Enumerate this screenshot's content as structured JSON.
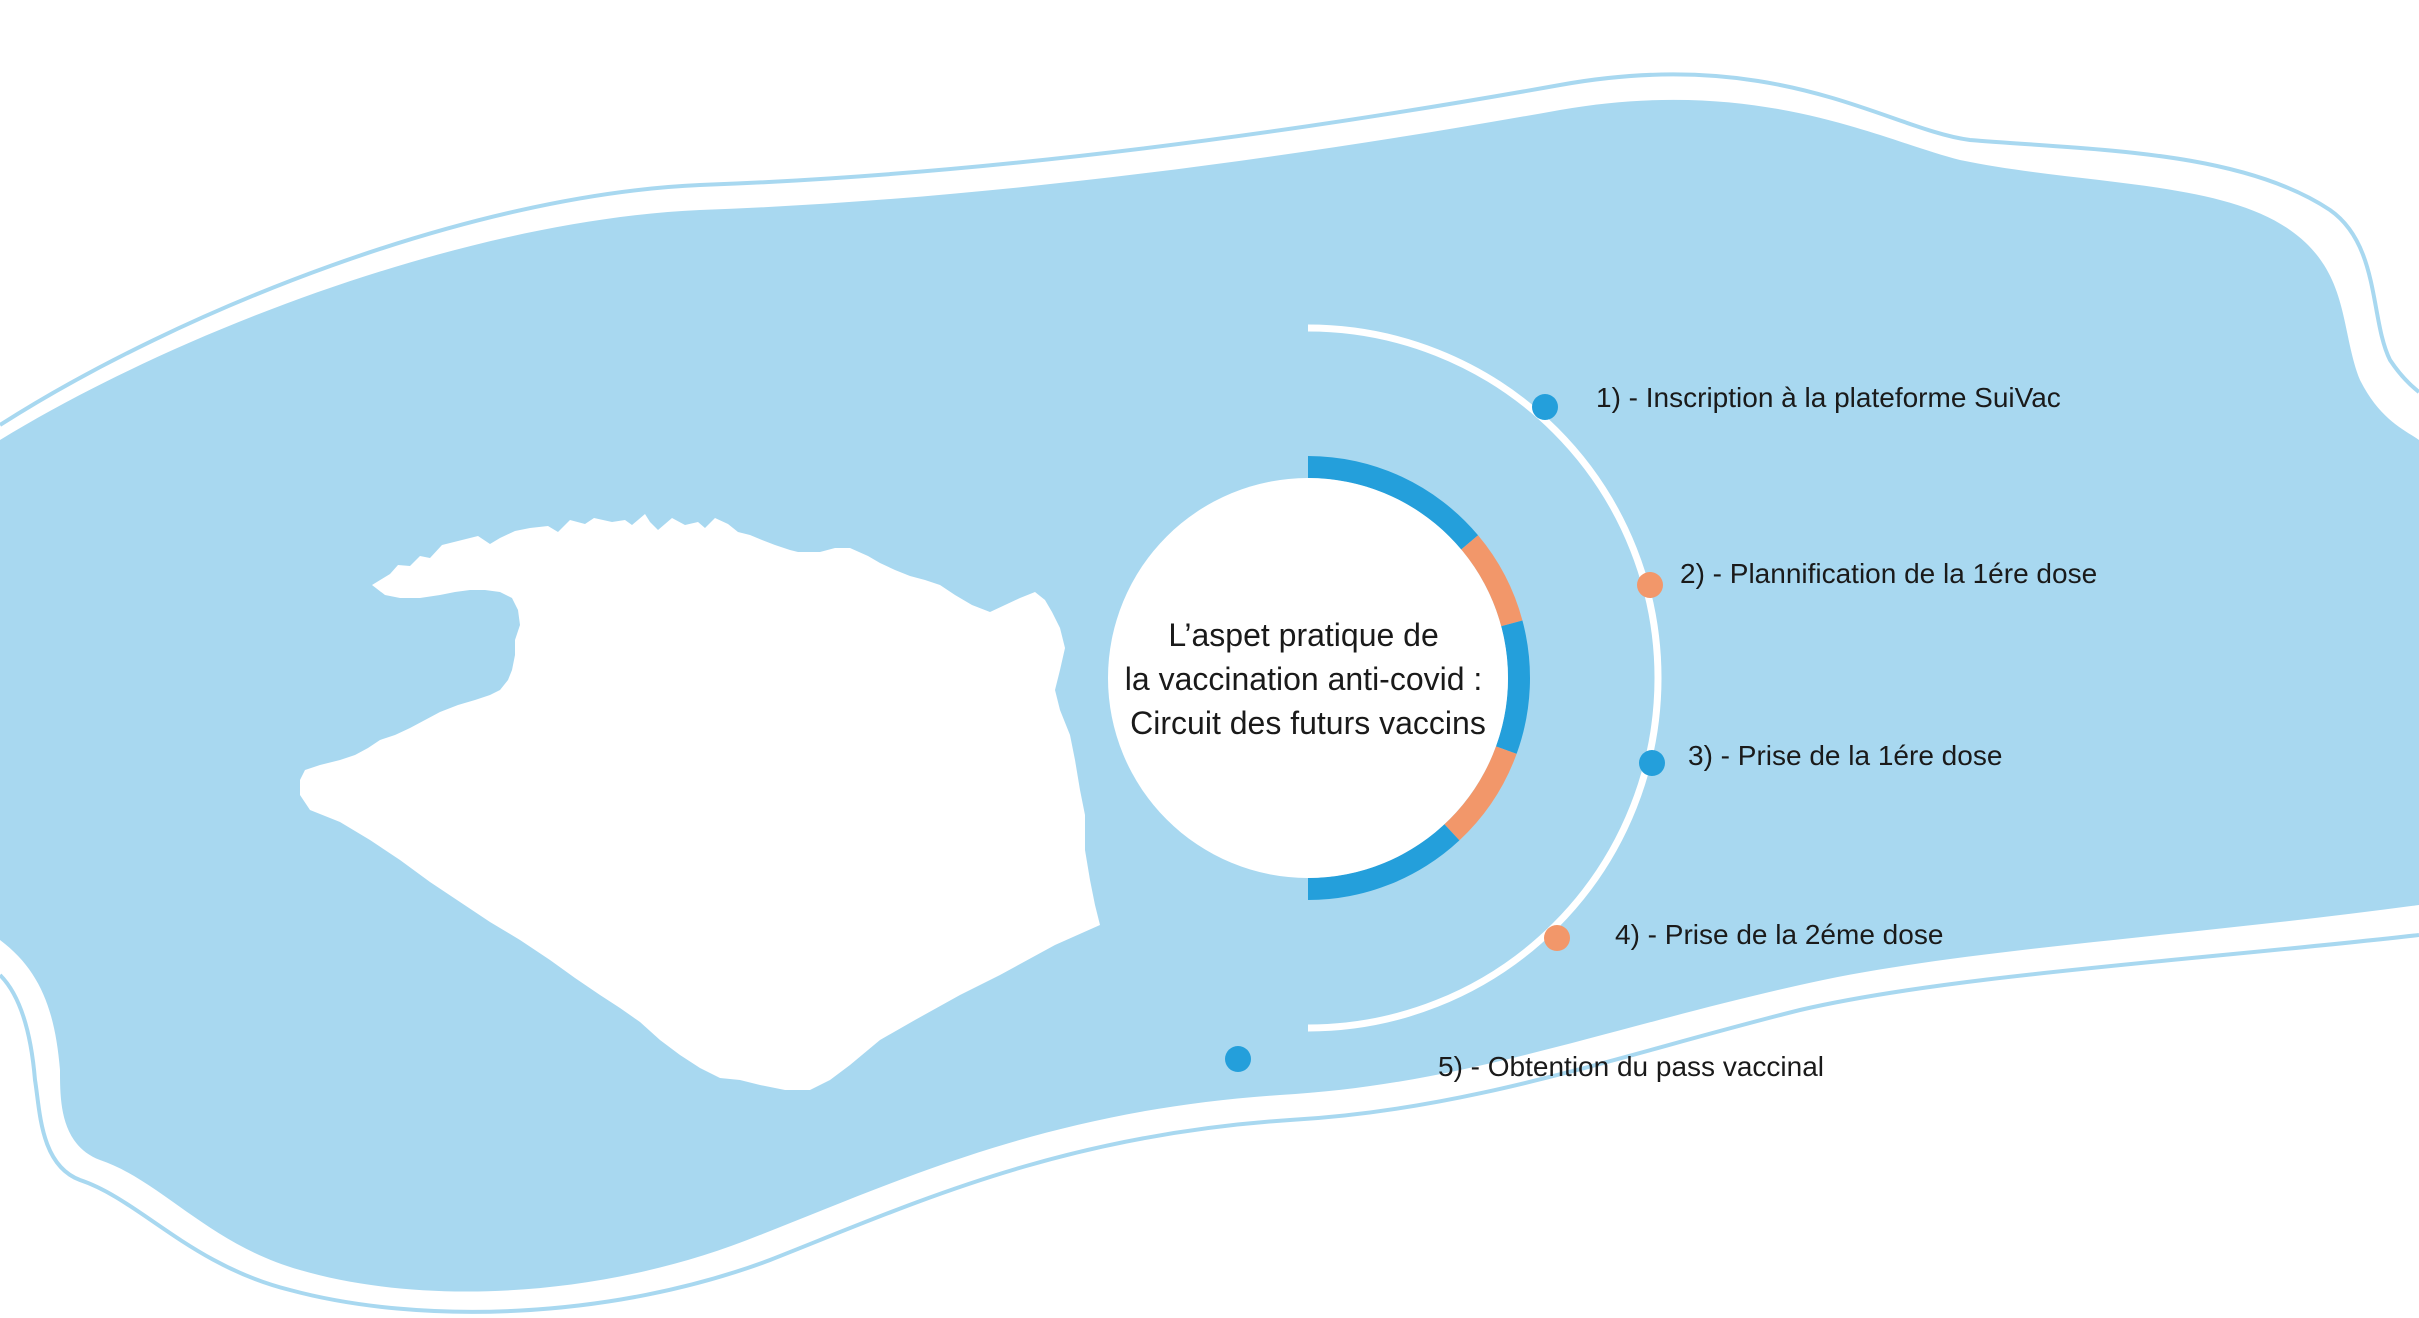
{
  "center": {
    "lines": [
      "L’aspet pratique de",
      "la vaccination anti-covid :",
      "Circuit des futurs vaccins"
    ]
  },
  "steps": [
    {
      "label": "1) - Inscription à la plateforme SuiVac",
      "color": "#249fdb"
    },
    {
      "label": "2) - Plannification de la 1ére dose",
      "color": "#f2976a"
    },
    {
      "label": "3) - Prise de la 1ére dose",
      "color": "#249fdb"
    },
    {
      "label": "4) - Prise de la 2éme dose",
      "color": "#f2976a"
    },
    {
      "label": "5) - Obtention du pass vaccinal",
      "color": "#249fdb"
    }
  ],
  "colors": {
    "blob": "#a8d8f0",
    "outline": "#a8d8f0",
    "accent_blue": "#249fdb",
    "accent_orange": "#f2976a",
    "map": "#ffffff",
    "ring": "#ffffff"
  },
  "icons": {
    "map": "algeria-map-icon"
  }
}
